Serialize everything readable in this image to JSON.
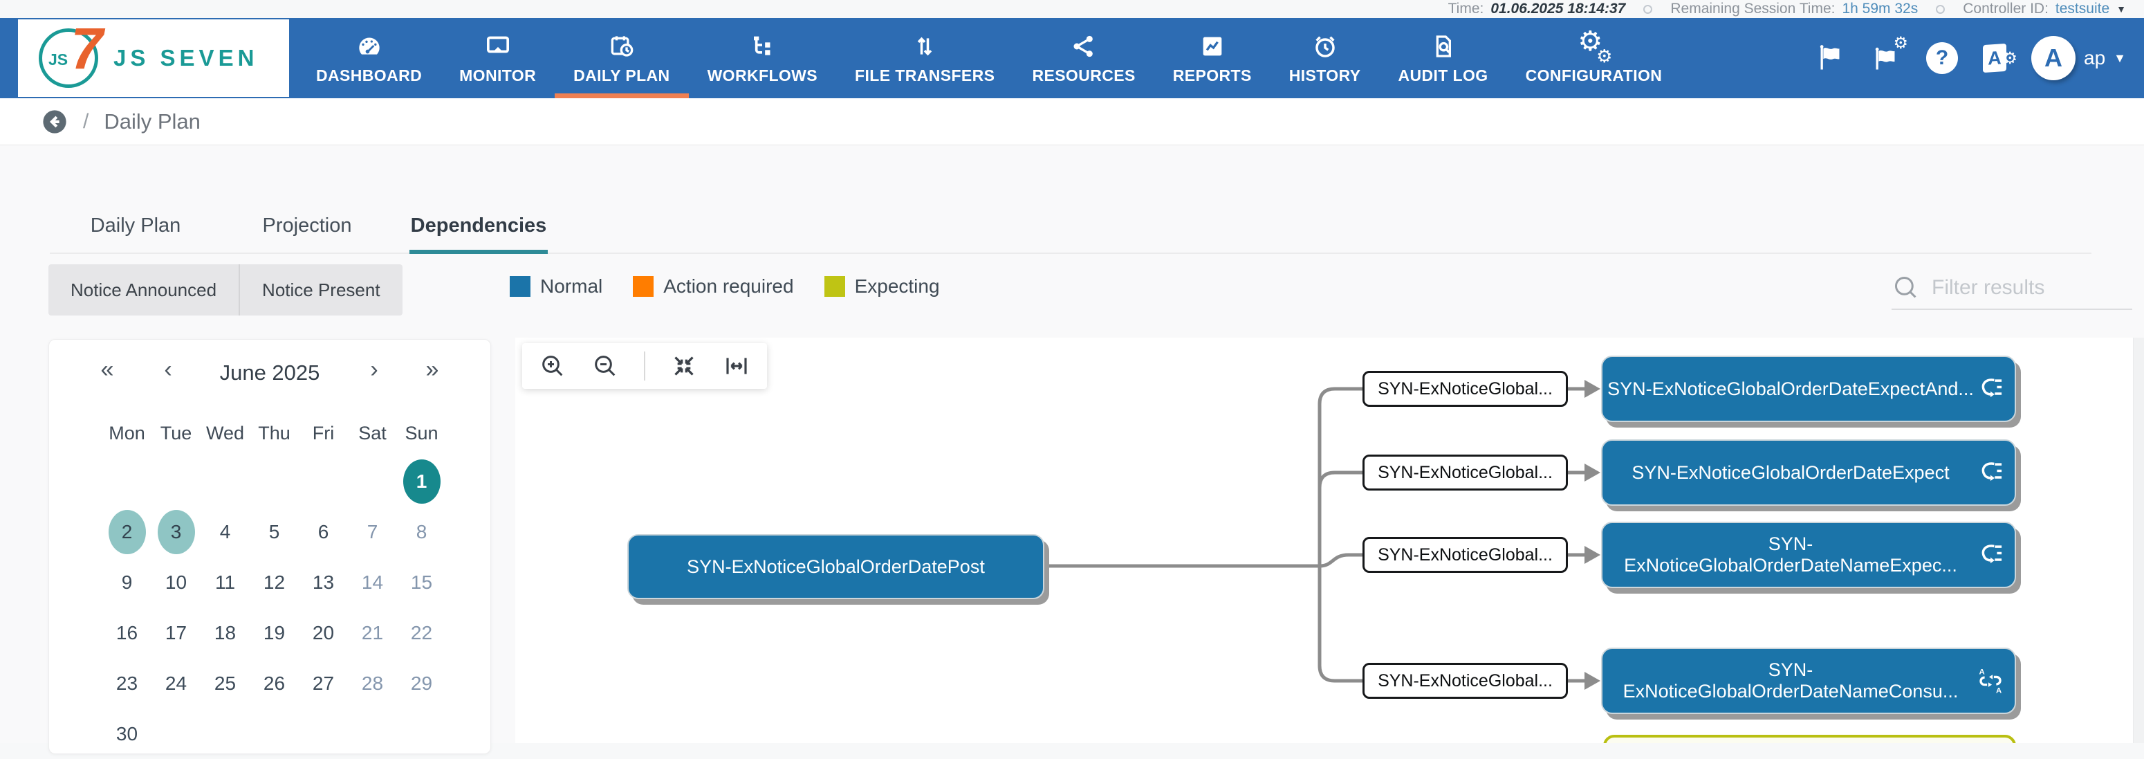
{
  "status_bar": {
    "time_label": "Time:",
    "time_value": "01.06.2025 18:14:37",
    "session_label": "Remaining Session Time:",
    "session_value": "1h 59m 32s",
    "controller_label": "Controller ID:",
    "controller_value": "testsuite"
  },
  "header": {
    "logo_circle_text": "JS",
    "logo_seven": "7",
    "logo_name": "JS SEVEN",
    "nav": [
      {
        "label": "DASHBOARD",
        "icon": "gauge",
        "active": false
      },
      {
        "label": "MONITOR",
        "icon": "monitor",
        "active": false
      },
      {
        "label": "DAILY PLAN",
        "icon": "calendar-clock",
        "active": true
      },
      {
        "label": "WORKFLOWS",
        "icon": "workflow-tree",
        "active": false
      },
      {
        "label": "FILE TRANSFERS",
        "icon": "arrows-up-down",
        "active": false
      },
      {
        "label": "RESOURCES",
        "icon": "share",
        "active": false
      },
      {
        "label": "REPORTS",
        "icon": "chart",
        "active": false
      },
      {
        "label": "HISTORY",
        "icon": "alarm-clock",
        "active": false
      },
      {
        "label": "AUDIT LOG",
        "icon": "doc-search",
        "active": false
      },
      {
        "label": "CONFIGURATION",
        "icon": "gears",
        "active": false
      }
    ],
    "help_glyph": "?",
    "user_initial": "A",
    "user_name": "ap"
  },
  "breadcrumb": {
    "page_title": "Daily Plan"
  },
  "tabs": [
    {
      "label": "Daily Plan",
      "active": false
    },
    {
      "label": "Projection",
      "active": false
    },
    {
      "label": "Dependencies",
      "active": true
    }
  ],
  "notice_buttons": [
    "Notice Announced",
    "Notice Present"
  ],
  "legend": [
    {
      "label": "Normal",
      "color": "#1b74a9"
    },
    {
      "label": "Action required",
      "color": "#ff7d00"
    },
    {
      "label": "Expecting",
      "color": "#bfc414"
    }
  ],
  "filter": {
    "placeholder": "Filter results"
  },
  "calendar": {
    "month_title": "June 2025",
    "weekdays": [
      "Mon",
      "Tue",
      "Wed",
      "Thu",
      "Fri",
      "Sat",
      "Sun"
    ],
    "days": [
      {
        "day": 1,
        "col": 7,
        "row": 1,
        "state": "selected"
      },
      {
        "day": 2,
        "col": 1,
        "row": 2,
        "state": "highlight"
      },
      {
        "day": 3,
        "col": 2,
        "row": 2,
        "state": "highlight"
      },
      {
        "day": 4,
        "col": 3,
        "row": 2,
        "state": "normal"
      },
      {
        "day": 5,
        "col": 4,
        "row": 2,
        "state": "normal"
      },
      {
        "day": 6,
        "col": 5,
        "row": 2,
        "state": "normal"
      },
      {
        "day": 7,
        "col": 6,
        "row": 2,
        "state": "muted"
      },
      {
        "day": 8,
        "col": 7,
        "row": 2,
        "state": "muted"
      },
      {
        "day": 9,
        "col": 1,
        "row": 3,
        "state": "normal"
      },
      {
        "day": 10,
        "col": 2,
        "row": 3,
        "state": "normal"
      },
      {
        "day": 11,
        "col": 3,
        "row": 3,
        "state": "normal"
      },
      {
        "day": 12,
        "col": 4,
        "row": 3,
        "state": "normal"
      },
      {
        "day": 13,
        "col": 5,
        "row": 3,
        "state": "normal"
      },
      {
        "day": 14,
        "col": 6,
        "row": 3,
        "state": "muted"
      },
      {
        "day": 15,
        "col": 7,
        "row": 3,
        "state": "muted"
      },
      {
        "day": 16,
        "col": 1,
        "row": 4,
        "state": "normal"
      },
      {
        "day": 17,
        "col": 2,
        "row": 4,
        "state": "normal"
      },
      {
        "day": 18,
        "col": 3,
        "row": 4,
        "state": "normal"
      },
      {
        "day": 19,
        "col": 4,
        "row": 4,
        "state": "normal"
      },
      {
        "day": 20,
        "col": 5,
        "row": 4,
        "state": "normal"
      },
      {
        "day": 21,
        "col": 6,
        "row": 4,
        "state": "muted"
      },
      {
        "day": 22,
        "col": 7,
        "row": 4,
        "state": "muted"
      },
      {
        "day": 23,
        "col": 1,
        "row": 5,
        "state": "normal"
      },
      {
        "day": 24,
        "col": 2,
        "row": 5,
        "state": "normal"
      },
      {
        "day": 25,
        "col": 3,
        "row": 5,
        "state": "normal"
      },
      {
        "day": 26,
        "col": 4,
        "row": 5,
        "state": "normal"
      },
      {
        "day": 27,
        "col": 5,
        "row": 5,
        "state": "normal"
      },
      {
        "day": 28,
        "col": 6,
        "row": 5,
        "state": "muted"
      },
      {
        "day": 29,
        "col": 7,
        "row": 5,
        "state": "muted"
      },
      {
        "day": 30,
        "col": 1,
        "row": 6,
        "state": "normal"
      }
    ]
  },
  "graph": {
    "toolbar_icons": [
      "zoom-in",
      "zoom-out",
      "divider",
      "collapse",
      "fit-width"
    ],
    "root_node": {
      "label": "SYN-ExNoticeGlobalOrderDatePost"
    },
    "mid_nodes": [
      "SYN-ExNoticeGlobal...",
      "SYN-ExNoticeGlobal...",
      "SYN-ExNoticeGlobal...",
      "SYN-ExNoticeGlobal..."
    ],
    "end_nodes": [
      {
        "label": "SYN-ExNoticeGlobalOrderDateExpectAnd...",
        "icon": "expect-notices"
      },
      {
        "label": "SYN-ExNoticeGlobalOrderDateExpect",
        "icon": "expect-notices"
      },
      {
        "label": "SYN-ExNoticeGlobalOrderDateNameExpec...",
        "icon": "expect-notices"
      },
      {
        "label": "SYN-ExNoticeGlobalOrderDateNameConsu...",
        "icon": "consume-notices"
      }
    ],
    "partial_node_color": "#b9bf12",
    "node_color": "#1b74a9",
    "connector_color": "#8c8c8c"
  }
}
